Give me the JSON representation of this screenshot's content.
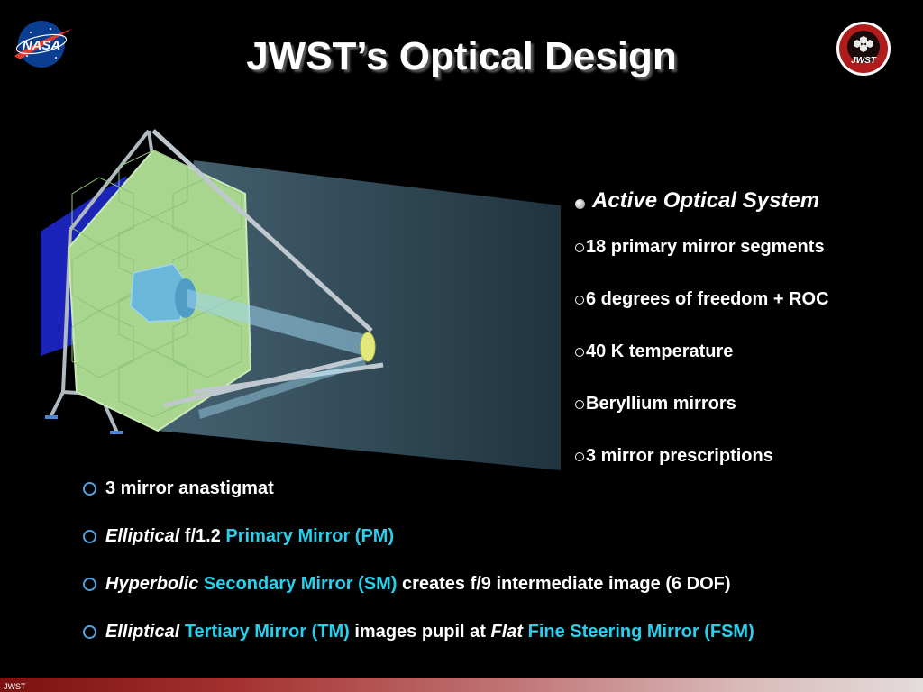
{
  "slide": {
    "title": "JWST’s Optical Design",
    "footer": "JWST"
  },
  "logos": {
    "left": {
      "text": "NASA",
      "icon": "nasa-meatball-icon"
    },
    "right": {
      "text": "JWST",
      "icon": "jwst-mission-badge-icon"
    }
  },
  "right_list": {
    "heading": "Active Optical System",
    "items": [
      "18 primary mirror segments",
      "6 degrees of freedom + ROC",
      "40 K temperature",
      "Beryllium mirrors",
      "3 mirror prescriptions"
    ]
  },
  "bottom_list": {
    "item1": {
      "text": "3 mirror anastigmat"
    },
    "item2": {
      "a": "Elliptical",
      "b": " f/1.2 ",
      "c": "Primary Mirror (PM)"
    },
    "item3": {
      "a": "Hyperbolic",
      "b": " ",
      "c": "Secondary Mirror (SM)",
      "d": " creates f/9 intermediate image (6 DOF)"
    },
    "item4": {
      "a": "Elliptical",
      "b": " ",
      "c": "Tertiary Mirror (TM)",
      "d": " images pupil at ",
      "e": "Flat",
      "f": " ",
      "g": "Fine Steering Mirror (FSM)"
    }
  },
  "colors": {
    "background": "#000000",
    "highlight_cyan": "#29d0ee",
    "bullet_blue": "#4fa3e3",
    "mirror_green": "#a8d68e",
    "beam_blue": "#9fc6de",
    "backplane_blue": "#1a24b8",
    "footer_red": "#7a1010"
  }
}
